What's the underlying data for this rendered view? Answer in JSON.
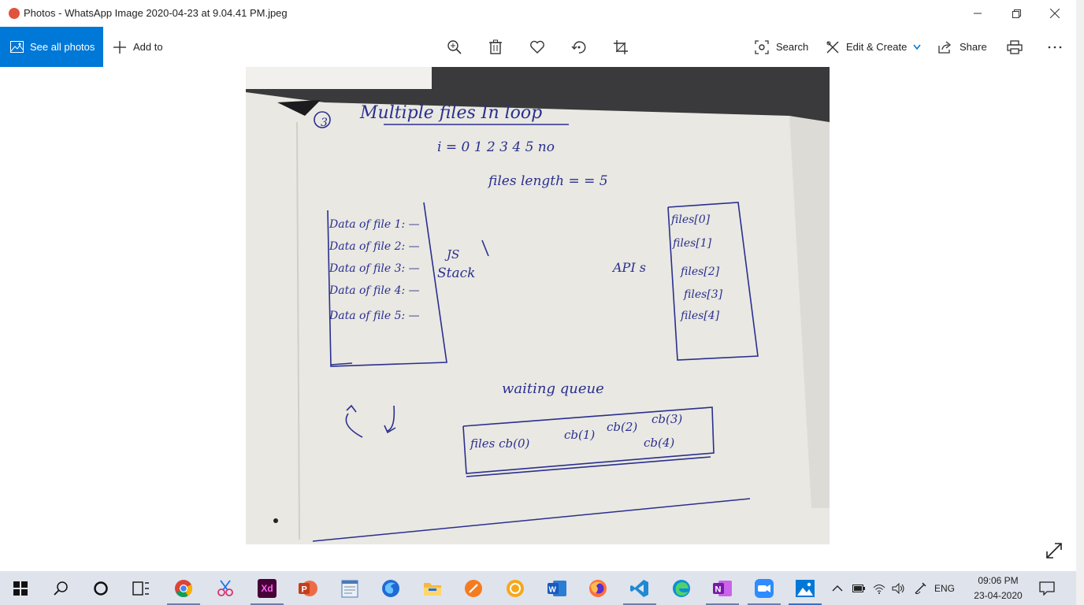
{
  "window": {
    "app_name": "Photos",
    "separator": "-",
    "file_name": "WhatsApp Image 2020-04-23 at 9.04.41 PM.jpeg"
  },
  "toolbar": {
    "see_all_photos": "See all photos",
    "add_to": "Add to",
    "search": "Search",
    "edit_create": "Edit & Create",
    "share": "Share"
  },
  "photo": {
    "heading": "Multiple files In loop",
    "index_line": "i = 0 1 2 3 4 5 no",
    "length_line": "files length = = 5",
    "stack_items": [
      "Data of file 1: —",
      "Data of file 2: —",
      "Data of file 3: —",
      "Data of file 4: —",
      "Data of file 5: —"
    ],
    "stack_label_1": "JS",
    "stack_label_2": "Stack",
    "api_label": "API s",
    "api_items": [
      "files[0]",
      "files[1]",
      "files[2]",
      "files[3]",
      "files[4]"
    ],
    "queue_label": "waiting queue",
    "queue_items": [
      "files cb(0)",
      "cb(1)",
      "cb(2)",
      "cb(3)",
      "cb(4)"
    ],
    "circled_number": "3"
  },
  "taskbar": {
    "language": "ENG",
    "time": "09:06 PM",
    "date": "23-04-2020",
    "icons": [
      "windows-start",
      "search",
      "cortana",
      "task-view",
      "chrome",
      "snipping-tool",
      "adobe-xd",
      "powerpoint",
      "notepad",
      "firefox-blue",
      "file-explorer",
      "sublime",
      "cloud-app",
      "word",
      "firefox",
      "vscode",
      "edge",
      "onenote",
      "zoom",
      "photos"
    ]
  },
  "colors": {
    "accent": "#0078d7",
    "taskbar": "#dfe3ec",
    "ink": "#2a2f8f",
    "paper": "#e9e8e2"
  }
}
